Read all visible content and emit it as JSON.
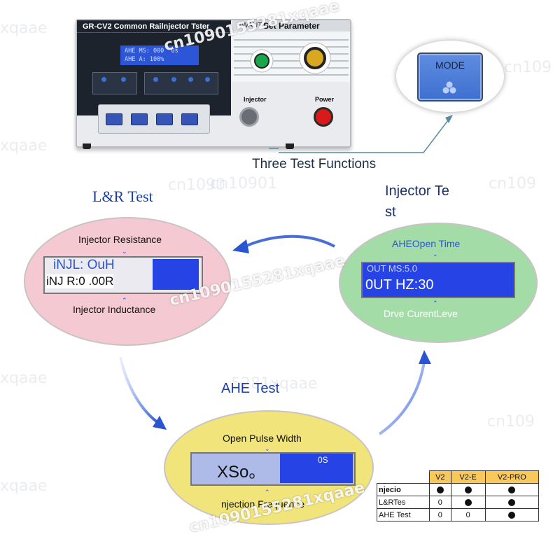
{
  "device": {
    "title": "GR-CV2 Common Railnjector Tster",
    "lcd_line1": "AHE MS: 000  0s",
    "lcd_line2": "AHE A: 100%",
    "right_label": "HWAUT",
    "right_title": "Set Parameter",
    "injector_label": "Injector",
    "power_label": "Power"
  },
  "mode_card": {
    "label": "MODE"
  },
  "caption": "Three Test Functions",
  "lr_test": {
    "heading": "L&R Test",
    "top_label": "Injector Resistance",
    "screen_line1": "iNJL: OuH",
    "screen_line2": "iNJ R:0 .00R",
    "bottom_label": "Injector Inductance"
  },
  "injector_test": {
    "heading_line1": "Injector Te",
    "heading_line2": "st",
    "top_label": "AHEOpen Time",
    "screen_line1": "OUT MS:5.0",
    "screen_line2": "0UT HZ:30",
    "bottom_label": "Drve CurentLeve"
  },
  "ahe_test": {
    "heading": "AHE Test",
    "top_label": "Open Pulse Width",
    "screen_text": "XSo。",
    "screen_small": "0S",
    "bottom_label": "njection Frequence"
  },
  "table": {
    "headers": [
      "",
      "V2",
      "V2-E",
      "V2-PRO"
    ],
    "rows": [
      {
        "label": "njecio",
        "marks": [
          "dot",
          "dot",
          "dot"
        ]
      },
      {
        "label": "L&RTes",
        "marks": [
          "0",
          "dot",
          "dot"
        ]
      },
      {
        "label": "AHE Test",
        "marks": [
          "0",
          "0",
          "dot"
        ]
      }
    ]
  },
  "watermarks": [
    "xqaae",
    "cn10901",
    "5281xqaae",
    "cn109",
    "xqaae",
    "cn1090",
    "xqaae",
    "cn109",
    "cn1090155281xqaae",
    "xqaae",
    "cn109"
  ],
  "colors": {
    "lcd_blue": "#2643e6",
    "lr_pink": "#f4c9d1",
    "inj_green": "#a4dca8",
    "ahe_yellow": "#f1e47a",
    "arrow_blue": "#2a55d0",
    "table_header": "#f9c85a"
  }
}
